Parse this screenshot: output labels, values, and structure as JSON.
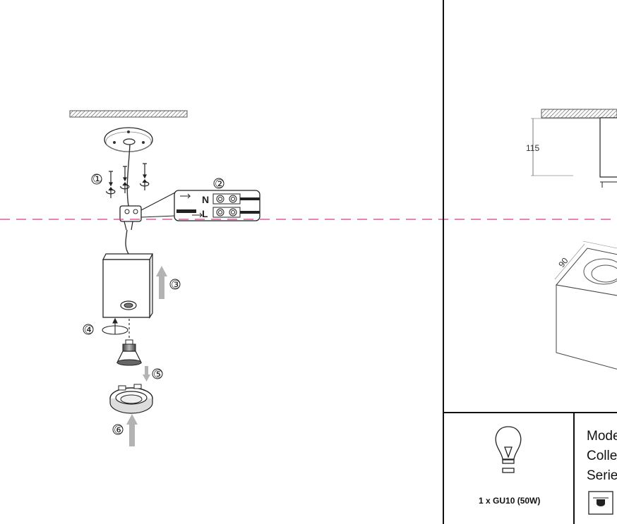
{
  "steps": [
    "①",
    "②",
    "③",
    "④",
    "⑤",
    "⑥"
  ],
  "wiring": {
    "neutral": "N",
    "live": "L"
  },
  "dimensions": {
    "height": "115",
    "width": "90"
  },
  "bulb_spec": "1 x GU10 (50W)",
  "info_rows": [
    "Mode",
    "Colle",
    "Serie"
  ],
  "icons": [
    "ceiling-plate-icon",
    "screw-icon",
    "terminal-block-icon",
    "light-bulb-icon",
    "ceiling-lamp-icon"
  ],
  "colors": {
    "guide_line": "#d63a8c",
    "arrow": "#b3b3b3",
    "line": "#1a1a1a"
  }
}
